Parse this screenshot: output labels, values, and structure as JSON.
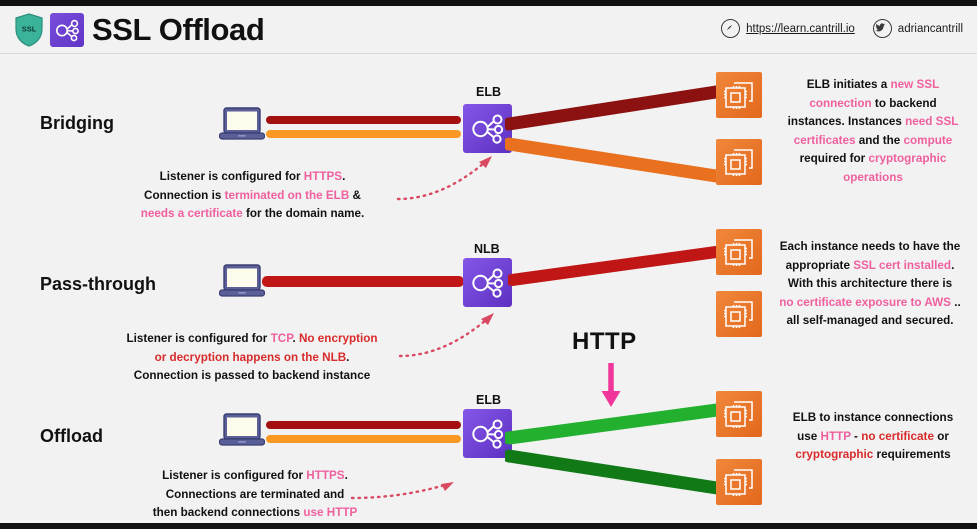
{
  "header": {
    "title": "SSL Offload",
    "shield_label": "SSL",
    "shield_icon": "ssl-shield-icon",
    "logo_icon": "elastic-load-balancer-logo-icon",
    "url": "https://learn.cantrill.io",
    "url_icon": "compass-icon",
    "handle": "adriancantrill",
    "handle_icon": "twitter-bird-icon"
  },
  "rows": [
    {
      "label": "Bridging",
      "client_icon": "laptop-icon",
      "lb_caption": "ELB",
      "lb_icon": "load-balancer-icon",
      "instance_icon": "ec2-instance-icon",
      "left_note": [
        {
          "t": "Listener is configured for ",
          "c": "k"
        },
        {
          "t": "HTTPS",
          "c": "p"
        },
        {
          "t": ".",
          "c": "k"
        },
        {
          "t": "\n",
          "c": "k"
        },
        {
          "t": "Connection is ",
          "c": "k"
        },
        {
          "t": "terminated on the ELB",
          "c": "p"
        },
        {
          "t": " &",
          "c": "k"
        },
        {
          "t": "\n",
          "c": "k"
        },
        {
          "t": "needs a certificate",
          "c": "p"
        },
        {
          "t": " for the domain name.",
          "c": "k"
        }
      ],
      "right_note": [
        {
          "t": "ELB initiates a ",
          "c": "k"
        },
        {
          "t": "new SSL",
          "c": "p"
        },
        {
          "t": "\n",
          "c": "k"
        },
        {
          "t": "connection",
          "c": "p"
        },
        {
          "t": " to backend",
          "c": "k"
        },
        {
          "t": "\n",
          "c": "k"
        },
        {
          "t": "instances. Instances ",
          "c": "k"
        },
        {
          "t": "need SSL",
          "c": "p"
        },
        {
          "t": "\n",
          "c": "k"
        },
        {
          "t": "certificates",
          "c": "p"
        },
        {
          "t": " and the ",
          "c": "k"
        },
        {
          "t": "compute",
          "c": "p"
        },
        {
          "t": "\n",
          "c": "k"
        },
        {
          "t": "required for ",
          "c": "k"
        },
        {
          "t": "cryptographic",
          "c": "p"
        },
        {
          "t": "\n",
          "c": "k"
        },
        {
          "t": "operations",
          "c": "p"
        }
      ]
    },
    {
      "label": "Pass-through",
      "client_icon": "laptop-icon",
      "lb_caption": "NLB",
      "lb_icon": "load-balancer-icon",
      "instance_icon": "ec2-instance-icon",
      "left_note": [
        {
          "t": "Listener is configured for ",
          "c": "k"
        },
        {
          "t": "TCP",
          "c": "p"
        },
        {
          "t": ". ",
          "c": "k"
        },
        {
          "t": "No encryption",
          "c": "r"
        },
        {
          "t": "\n",
          "c": "k"
        },
        {
          "t": "or decryption happens on the NLB",
          "c": "r"
        },
        {
          "t": ".",
          "c": "k"
        },
        {
          "t": "\n",
          "c": "k"
        },
        {
          "t": "Connection is passed to backend instance",
          "c": "k"
        }
      ],
      "right_note": [
        {
          "t": "Each instance needs to have the",
          "c": "k"
        },
        {
          "t": "\n",
          "c": "k"
        },
        {
          "t": "appropriate ",
          "c": "k"
        },
        {
          "t": "SSL cert installed",
          "c": "p"
        },
        {
          "t": ".",
          "c": "k"
        },
        {
          "t": "\n",
          "c": "k"
        },
        {
          "t": "With this architecture there is",
          "c": "k"
        },
        {
          "t": "\n",
          "c": "k"
        },
        {
          "t": "no certificate exposure to AWS",
          "c": "p"
        },
        {
          "t": " ..",
          "c": "k"
        },
        {
          "t": "\n",
          "c": "k"
        },
        {
          "t": "all self-managed and secured.",
          "c": "k"
        }
      ]
    },
    {
      "label": "Offload",
      "client_icon": "laptop-icon",
      "lb_caption": "ELB",
      "lb_icon": "load-balancer-icon",
      "instance_icon": "ec2-instance-icon",
      "left_note": [
        {
          "t": "Listener is configured for ",
          "c": "k"
        },
        {
          "t": "HTTPS",
          "c": "p"
        },
        {
          "t": ".",
          "c": "k"
        },
        {
          "t": "\n",
          "c": "k"
        },
        {
          "t": "Connections are terminated and",
          "c": "k"
        },
        {
          "t": "\n",
          "c": "k"
        },
        {
          "t": "then backend connections ",
          "c": "k"
        },
        {
          "t": "use HTTP",
          "c": "p"
        }
      ],
      "right_note": [
        {
          "t": "ELB to instance connections",
          "c": "k"
        },
        {
          "t": "\n",
          "c": "k"
        },
        {
          "t": "use ",
          "c": "k"
        },
        {
          "t": "HTTP",
          "c": "p"
        },
        {
          "t": " - ",
          "c": "k"
        },
        {
          "t": "no certificate",
          "c": "r"
        },
        {
          "t": " or",
          "c": "k"
        },
        {
          "t": "\n",
          "c": "k"
        },
        {
          "t": "cryptographic",
          "c": "r"
        },
        {
          "t": " requirements",
          "c": "k"
        }
      ]
    }
  ],
  "http_callout": {
    "label": "HTTP",
    "arrow_icon": "down-arrow-icon"
  },
  "colors": {
    "background": "#f2f2f2",
    "accent_purple": "#6b3ed0",
    "ec2_orange": "#e2681d",
    "pink": "#f0609f",
    "red": "#d92b2b",
    "dark_red_pipe": "#8c1111",
    "red_pipe": "#c01616",
    "orange_pipe": "#f08a2a",
    "orange_pipe_dark": "#e8701e",
    "green_bright": "#22b02e",
    "green_dark": "#117a16",
    "arrow_pink": "#f0369a",
    "dotted_arrow": "#d94a62"
  }
}
